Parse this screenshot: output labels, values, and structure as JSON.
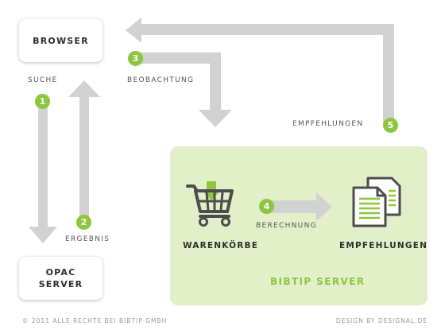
{
  "nodes": {
    "browser": "BROWSER",
    "opac_line1": "OPAC",
    "opac_line2": "SERVER"
  },
  "labels": {
    "suche": "SUCHE",
    "ergebnis": "ERGEBNIS",
    "beobachtung": "BEOBACHTUNG",
    "empfehlungen_flow": "EMPFEHLUNGEN",
    "berechnung": "BERECHNUNG"
  },
  "server": {
    "title": "BIBTIP SERVER",
    "warenkoerbe": "WARENKÖRBE",
    "empfehlungen": "EMPFEHLUNGEN"
  },
  "steps": [
    "1",
    "2",
    "3",
    "4",
    "5"
  ],
  "footer": {
    "left": "© 2011 ALLE RECHTE BEI BIBTIP GMBH",
    "right": "DESIGN BY DESIGNAL.DE"
  },
  "colors": {
    "accent": "#8dc63f",
    "arrow": "#d2d2d2",
    "panel": "#e3efc9",
    "icon": "#4d4d4d"
  },
  "icons": {
    "cart": "shopping-cart-icon",
    "documents": "documents-icon"
  }
}
